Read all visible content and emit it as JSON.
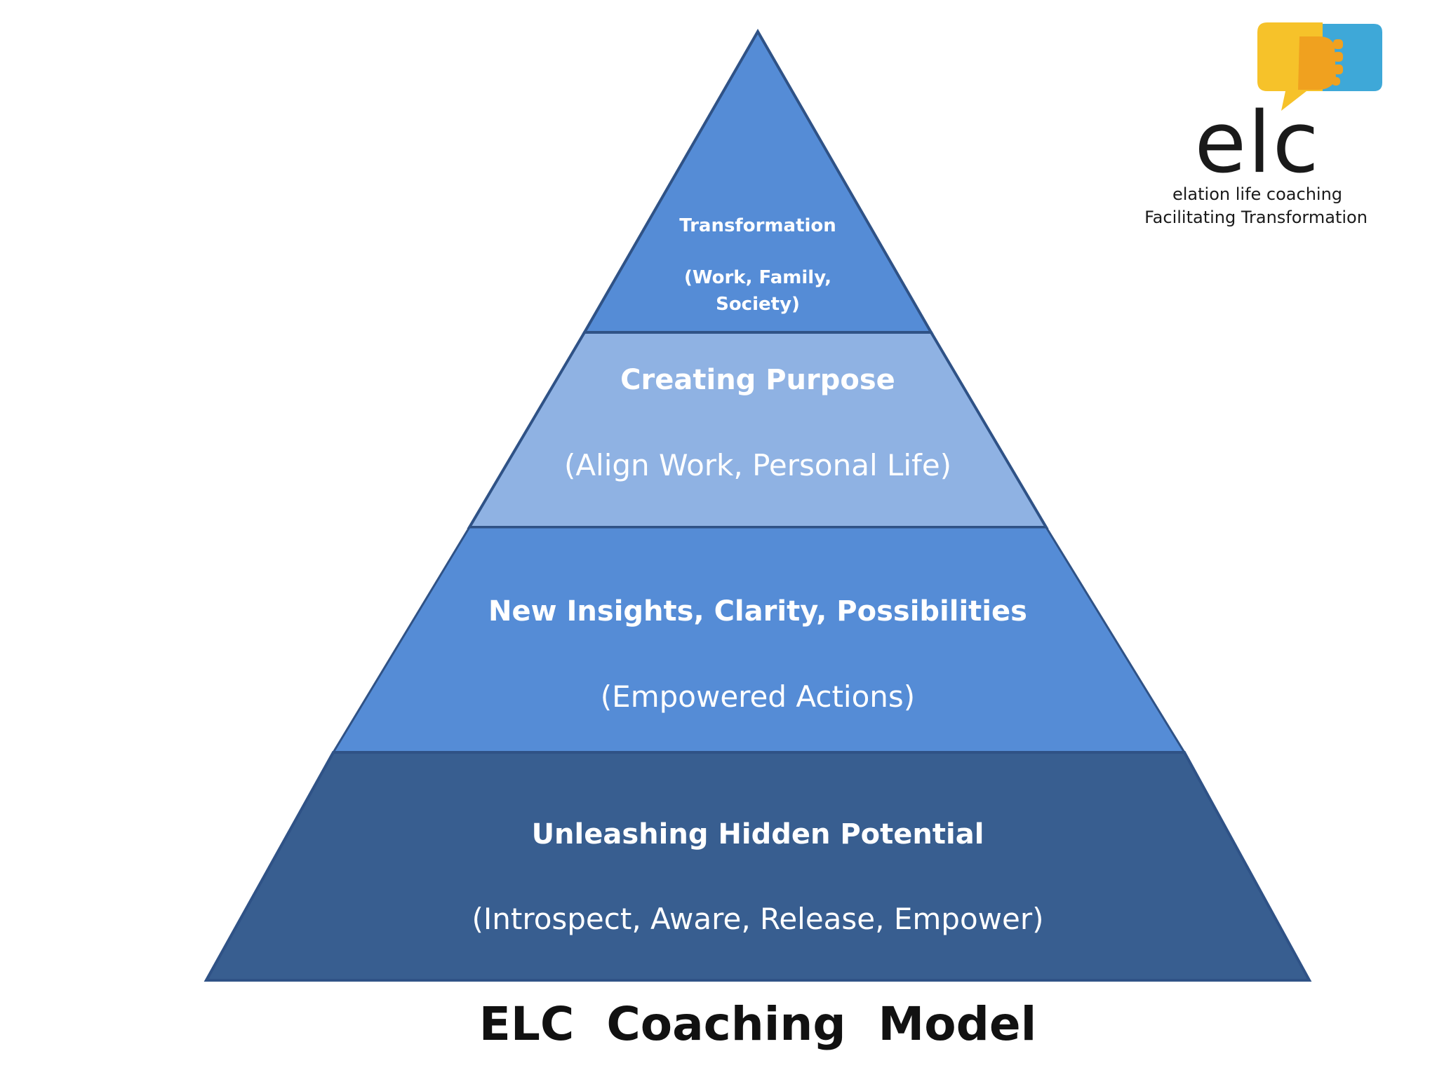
{
  "colors": {
    "background": "#ffffff",
    "tier_top": "#558cd6",
    "tier_purpose": "#8fb2e3",
    "tier_insights": "#558cd6",
    "tier_base": "#385e90",
    "tier_border": "#2f5286",
    "tier_text": "#ffffff",
    "caption_text": "#111111",
    "logo_text": "#1a1a1a",
    "logo_bubble_yellow": "#f6b81d",
    "logo_bubble_blue": "#3ea8d8"
  },
  "pyramid": {
    "tiers": [
      {
        "id": "transformation",
        "heading": "Transformation",
        "details": [
          "(Work, Family,",
          "Society)"
        ]
      },
      {
        "id": "creating-purpose",
        "heading": "Creating Purpose",
        "details": [
          "(Align Work, Personal Life)"
        ]
      },
      {
        "id": "new-insights",
        "heading": "New Insights, Clarity, Possibilities",
        "details": [
          "(Empowered Actions)"
        ]
      },
      {
        "id": "hidden-potential",
        "heading": "Unleashing Hidden Potential",
        "details": [
          "(Introspect, Aware, Release, Empower)"
        ]
      }
    ]
  },
  "caption": "ELC  Coaching  Model",
  "logo": {
    "wordmark": "elc",
    "name": "elation life coaching",
    "tagline": "Facilitating Transformation",
    "icon": "speech-bubble-thumb-icon"
  }
}
